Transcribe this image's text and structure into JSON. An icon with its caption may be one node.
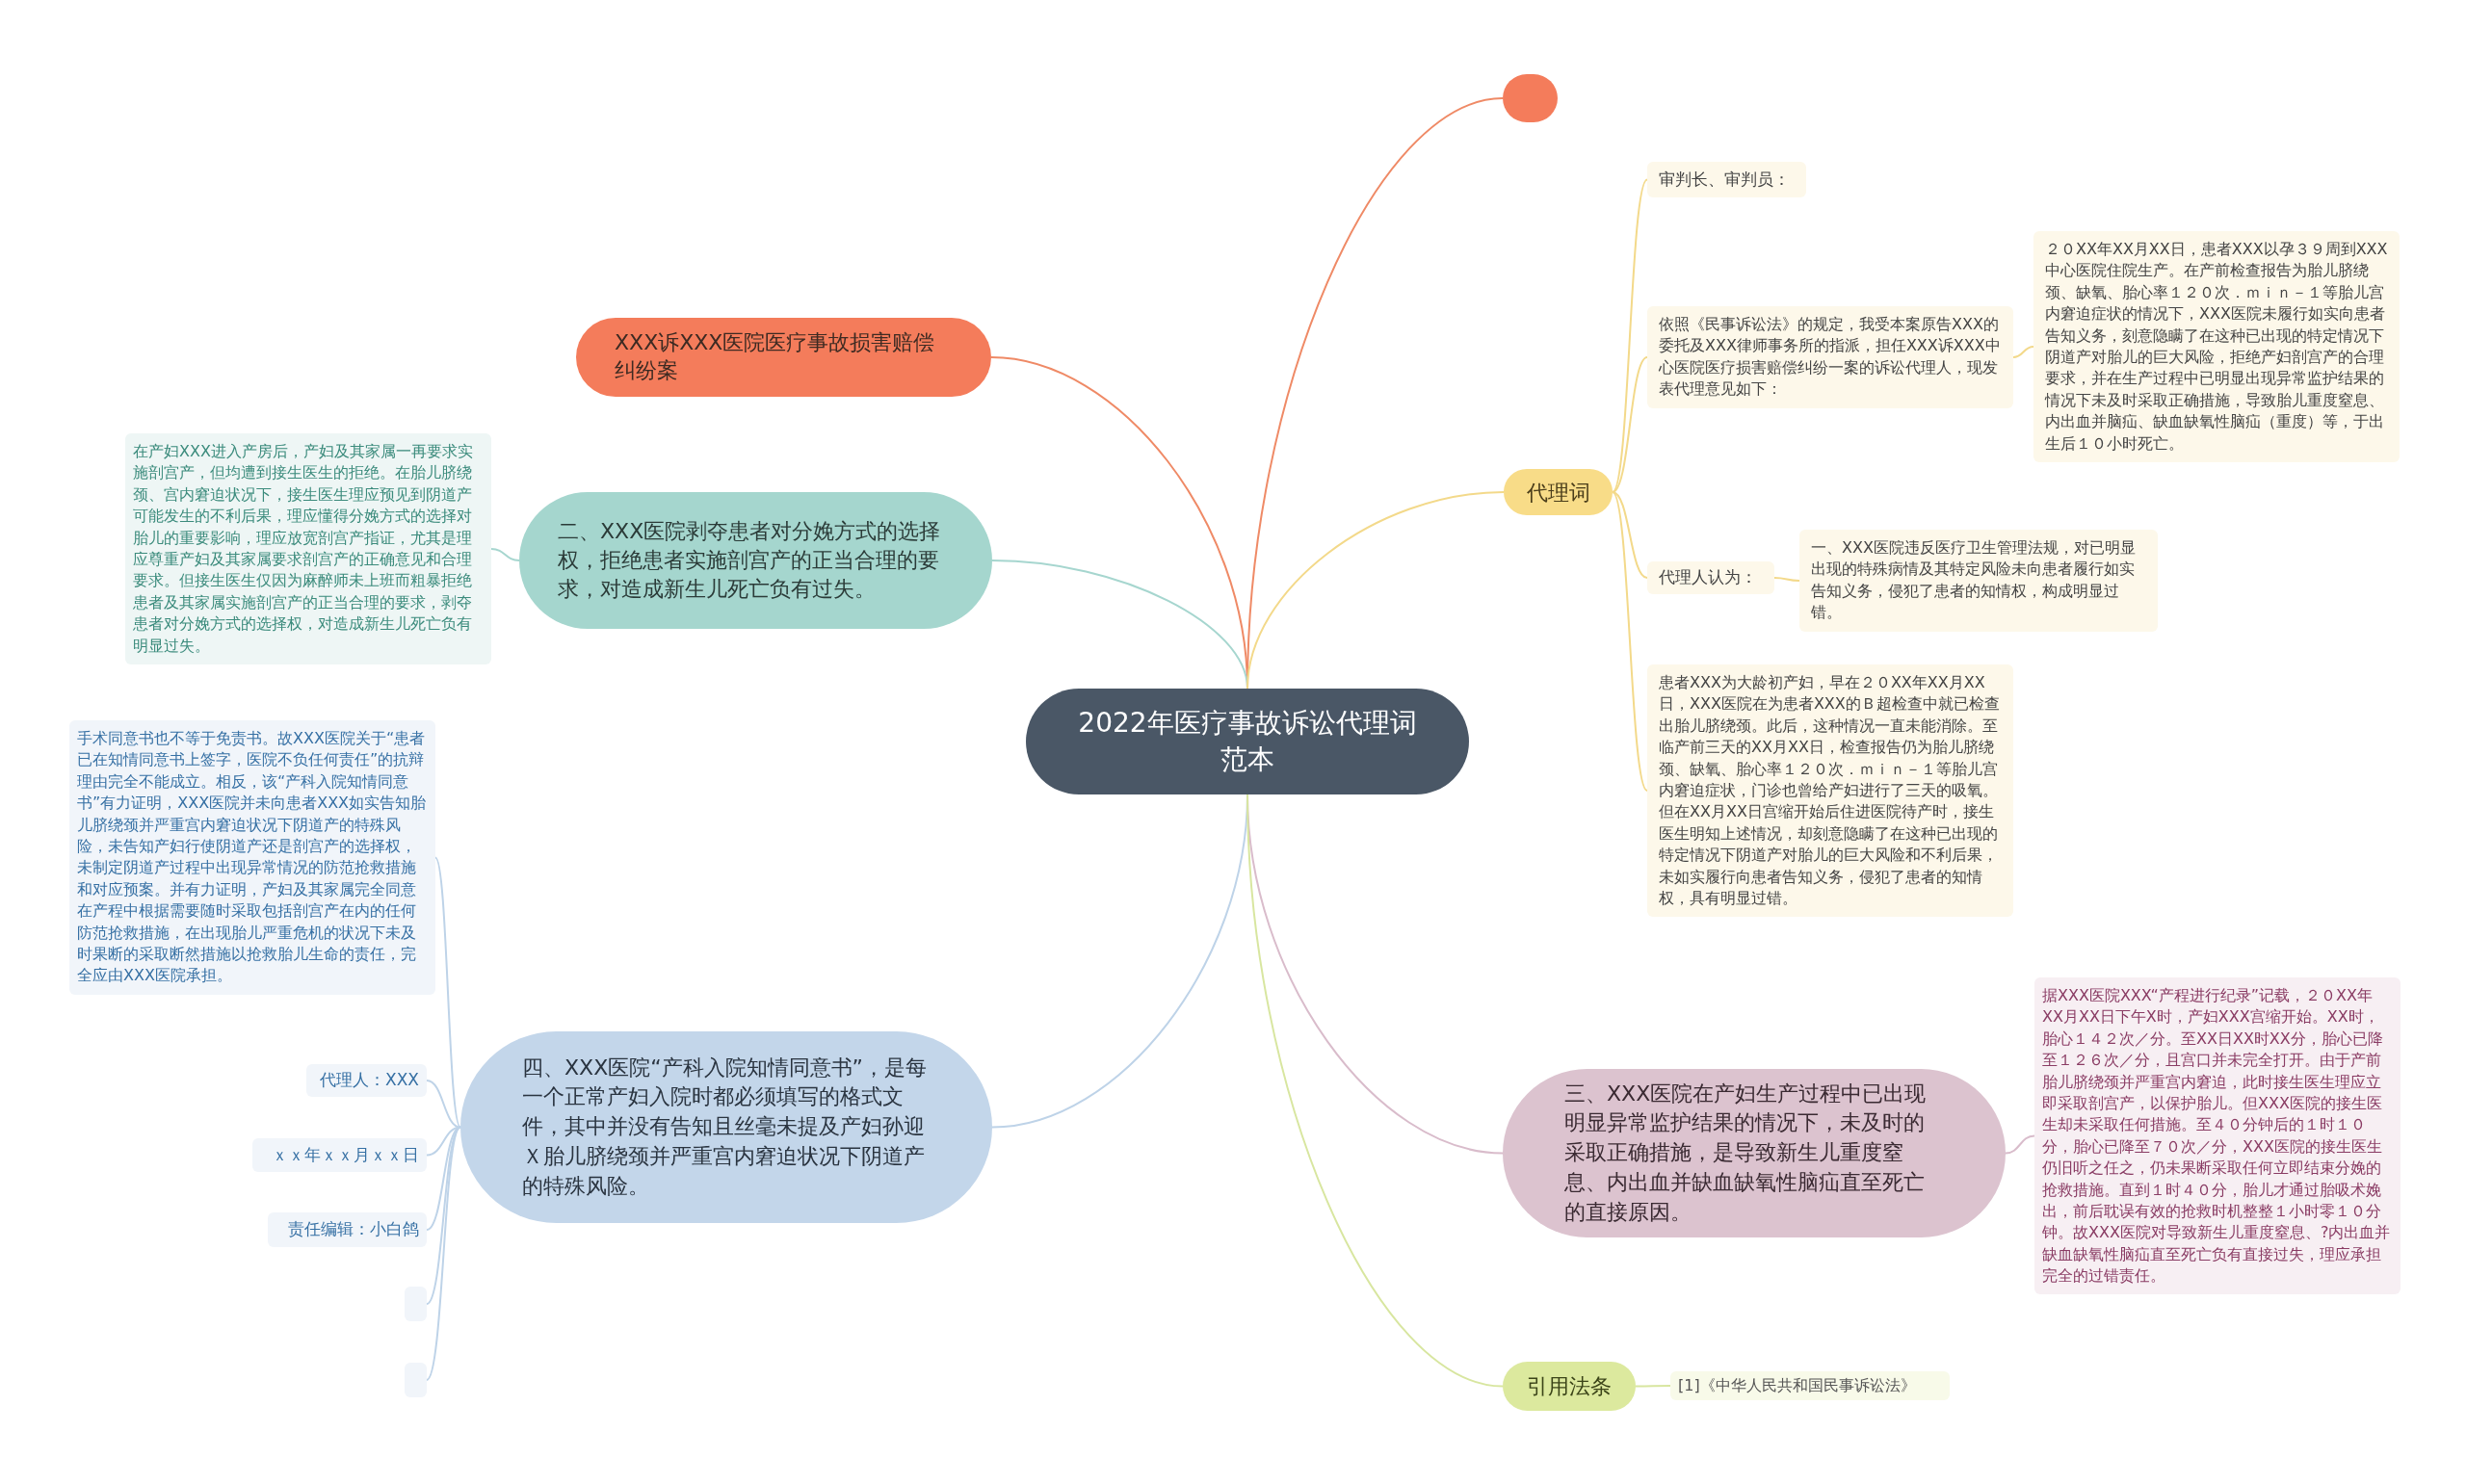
{
  "diagram": {
    "nodes": [
      {
        "text": [
          "2022年医疗事故诉讼代理词范本"
        ]
      },
      {
        "text": [],
        "shape": "circle"
      },
      {
        "text": [
          "XXX诉XXX医院医疗事故损害赔偿纠纷案"
        ]
      },
      {
        "text": [
          "二、XXX医院剥夺患者对分娩方式的选择权，拒绝患者实施剖宫产的正当合理的要求，对造成新生儿死亡负有过失。"
        ]
      },
      {
        "text": [
          "在产妇XXX进入产房后，产妇及其家属一再要求实施剖宫产，但均遭到接生医生的拒绝。在胎儿脐绕颈、宫内窘迫状况下，接生医生理应预见到阴道产可能发生的不利后果，理应懂得分娩方式的选择对胎儿的重要影响，理应放宽剖宫产指证，尤其是理应尊重产妇及其家属要求剖宫产的正确意见和合理要求。但接生医生仅因为麻醉师未上班而粗暴拒绝患者及其家属实施剖宫产的正当合理的要求，剥夺患者对分娩方式的选择权，对造成新生儿死亡负有明显过失。"
        ]
      },
      {
        "text": [
          "四、XXX医院“产科入院知情同意书”，是每一个正常产妇入院时都必须填写的格式文件，其中并没有告知且丝毫未提及产妇孙迎Ｘ胎儿脐绕颈并严重宫内窘迫状况下阴道产的特殊风险。"
        ]
      },
      {
        "text": [
          "手术同意书也不等于免责书。故XXX医院关于“患者已在知情同意书上签字，医院不负任何责任”的抗辩理由完全不能成立。相反，该“产科入院知情同意书”有力证明，XXX医院并未向患者XXX如实告知胎儿脐绕颈并严重宫内窘迫状况下阴道产的特殊风险，未告知产妇行使阴道产还是剖宫产的选择权，未制定阴道产过程中出现异常情况的防范抢救措施和对应预案。并有力证明，产妇及其家属完全同意在产程中根据需要随时采取包括剖宫产在内的任何防范抢救措施，在出现胎儿严重危机的状况下未及时果断的采取断然措施以抢救胎儿生命的责任，完全应由XXX医院承担。"
        ]
      },
      {
        "text": [
          "代理人：XXX"
        ]
      },
      {
        "text": [
          "ｘｘ年ｘｘ月ｘｘ日"
        ]
      },
      {
        "text": [
          "责任编辑：小白鸽"
        ]
      },
      {
        "text": [],
        "shape": "box"
      },
      {
        "text": [],
        "shape": "box"
      },
      {
        "text": [
          "代理词"
        ]
      },
      {
        "text": [
          "审判长、审判员："
        ]
      },
      {
        "text": [
          "依照《民事诉讼法》的规定，我受本案原告XXX的委托及XXX律师事务所的指派，担任XXX诉XXX中心医院医疗损害赔偿纠纷一案的诉讼代理人，现发表代理意见如下："
        ]
      },
      {
        "text": [
          "２０XX年XX月XX日，患者XXX以孕３９周到XXX中心医院住院生产。在产前检查报告为胎儿脐绕颈、缺氧、胎心率１２０次．ｍｉｎ－１等胎儿宫内窘迫症状的情况下，XXX医院未履行如实向患者告知义务，刻意隐瞒了在这种已出现的特定情况下阴道产对胎儿的巨大风险，拒绝产妇剖宫产的合理要求，并在生产过程中已明显出现异常监护结果的情况下未及时采取正确措施，导致胎儿重度窒息、内出血并脑疝、缺血缺氧性脑疝（重度）等，于出生后１０小时死亡。"
        ]
      },
      {
        "text": [
          "代理人认为："
        ]
      },
      {
        "text": [
          "一、XXX医院违反医疗卫生管理法规，对已明显出现的特殊病情及其特定风险未向患者履行如实告知义务，侵犯了患者的知情权，构成明显过错。"
        ]
      },
      {
        "text": [
          "患者XXX为大龄初产妇，早在２０XX年XX月XX日，XXX医院在为患者XXX的Ｂ超检查中就已检查出胎儿脐绕颈。此后，这种情况一直未能消除。至临产前三天的XX月XX日，检查报告仍为胎儿脐绕颈、缺氧、胎心率１２０次．ｍｉｎ－１等胎儿宫内窘迫症状，门诊也曾给产妇进行了三天的吸氧。但在XX月XX日宫缩开始后住进医院待产时，接生医生明知上述情况，却刻意隐瞒了在这种已出现的特定情况下阴道产对胎儿的巨大风险和不利后果，未如实履行向患者告知义务，侵犯了患者的知情权，具有明显过错。"
        ]
      },
      {
        "text": [
          "三、XXX医院在产妇生产过程中已出现明显异常监护结果的情况下，未及时的采取正确措施，是导致新生儿重度窒息、内出血并缺血缺氧性脑疝直至死亡的直接原因。"
        ]
      },
      {
        "text": [
          "据XXX医院XXX“产程进行纪录”记载，２０XX年XX月XX日下午X时，产妇XXX宫缩开始。XX时，胎心１４２次／分。至XX日XX时XX分，胎心已降至１２６次／分，且宫口并未完全打开。由于产前胎儿脐绕颈并严重宫内窘迫，此时接生医生理应立即采取剖宫产，以保护胎儿。但XXX医院的接生医生却未采取任何措施。至４０分钟后的１时１０分，胎心已降至７０次／分，XXX医院的接生医生仍旧听之任之，仍未果断采取任何立即结束分娩的抢救措施。直到１时４０分，胎儿才通过胎吸术娩出，前后耽误有效的抢救时机整整１小时零１０分钟。故XXX医院对导致新生儿重度窒息、?内出血并缺血缺氧性脑疝直至死亡负有直接过失，理应承担完全的过错责任。"
        ]
      },
      {
        "text": [
          "引用法条"
        ]
      },
      {
        "text": [
          "[1]《中华人民共和国民事诉讼法》"
        ]
      }
    ],
    "edges": [
      {
        "from": 0,
        "to": 1,
        "arrow": "none",
        "color": "#ef8a66"
      },
      {
        "from": 0,
        "to": 2,
        "arrow": "none",
        "color": "#ef8a66"
      },
      {
        "from": 0,
        "to": 3,
        "arrow": "none",
        "color": "#a6d6cf"
      },
      {
        "from": 0,
        "to": 5,
        "arrow": "none",
        "color": "#bed3e8"
      },
      {
        "from": 0,
        "to": 12,
        "arrow": "none",
        "color": "#f3d98a"
      },
      {
        "from": 0,
        "to": 19,
        "arrow": "none",
        "color": "#d9bccb"
      },
      {
        "from": 0,
        "to": 21,
        "arrow": "none",
        "color": "#d8e6a0"
      },
      {
        "from": 3,
        "to": 4,
        "arrow": "none",
        "color": "#a6d6cf"
      },
      {
        "from": 5,
        "to": 6,
        "arrow": "none",
        "color": "#bed3e8"
      },
      {
        "from": 5,
        "to": 7,
        "arrow": "none",
        "color": "#bed3e8"
      },
      {
        "from": 5,
        "to": 8,
        "arrow": "none",
        "color": "#bed3e8"
      },
      {
        "from": 5,
        "to": 9,
        "arrow": "none",
        "color": "#bed3e8"
      },
      {
        "from": 5,
        "to": 10,
        "arrow": "none",
        "color": "#bed3e8"
      },
      {
        "from": 5,
        "to": 11,
        "arrow": "none",
        "color": "#bed3e8"
      },
      {
        "from": 12,
        "to": 13,
        "arrow": "none",
        "color": "#f3d98a"
      },
      {
        "from": 12,
        "to": 14,
        "arrow": "none",
        "color": "#f3d98a"
      },
      {
        "from": 12,
        "to": 16,
        "arrow": "none",
        "color": "#f3d98a"
      },
      {
        "from": 12,
        "to": 18,
        "arrow": "none",
        "color": "#f3d98a"
      },
      {
        "from": 14,
        "to": 15,
        "arrow": "none",
        "color": "#f3d98a"
      },
      {
        "from": 16,
        "to": 17,
        "arrow": "none",
        "color": "#f3d98a"
      },
      {
        "from": 19,
        "to": 20,
        "arrow": "none",
        "color": "#d9bccb"
      },
      {
        "from": 21,
        "to": 22,
        "arrow": "none",
        "color": "#d8e6a0"
      }
    ]
  }
}
